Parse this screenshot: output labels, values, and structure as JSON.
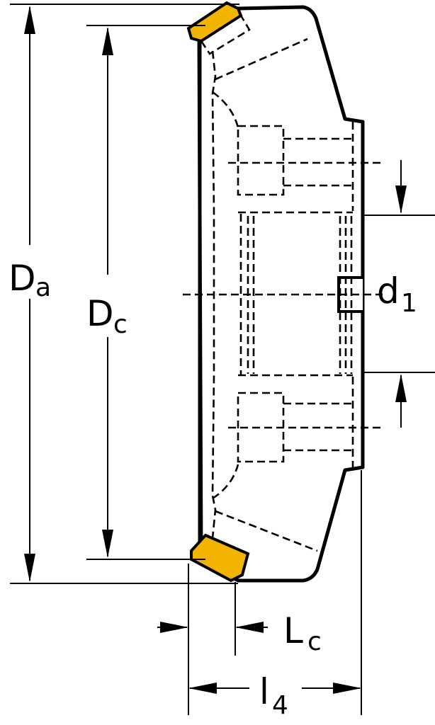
{
  "labels": {
    "da": {
      "main": "D",
      "sub": "a"
    },
    "dc": {
      "main": "D",
      "sub": "c"
    },
    "d1": {
      "main": "d",
      "sub": "1"
    },
    "lc": {
      "main": "L",
      "sub": "c"
    },
    "l4": {
      "main": "l",
      "sub": "4"
    }
  },
  "colors": {
    "body_fill": "#d3d8db",
    "insert_fill": "#f2b400",
    "line": "#000000",
    "background": "#ffffff"
  }
}
